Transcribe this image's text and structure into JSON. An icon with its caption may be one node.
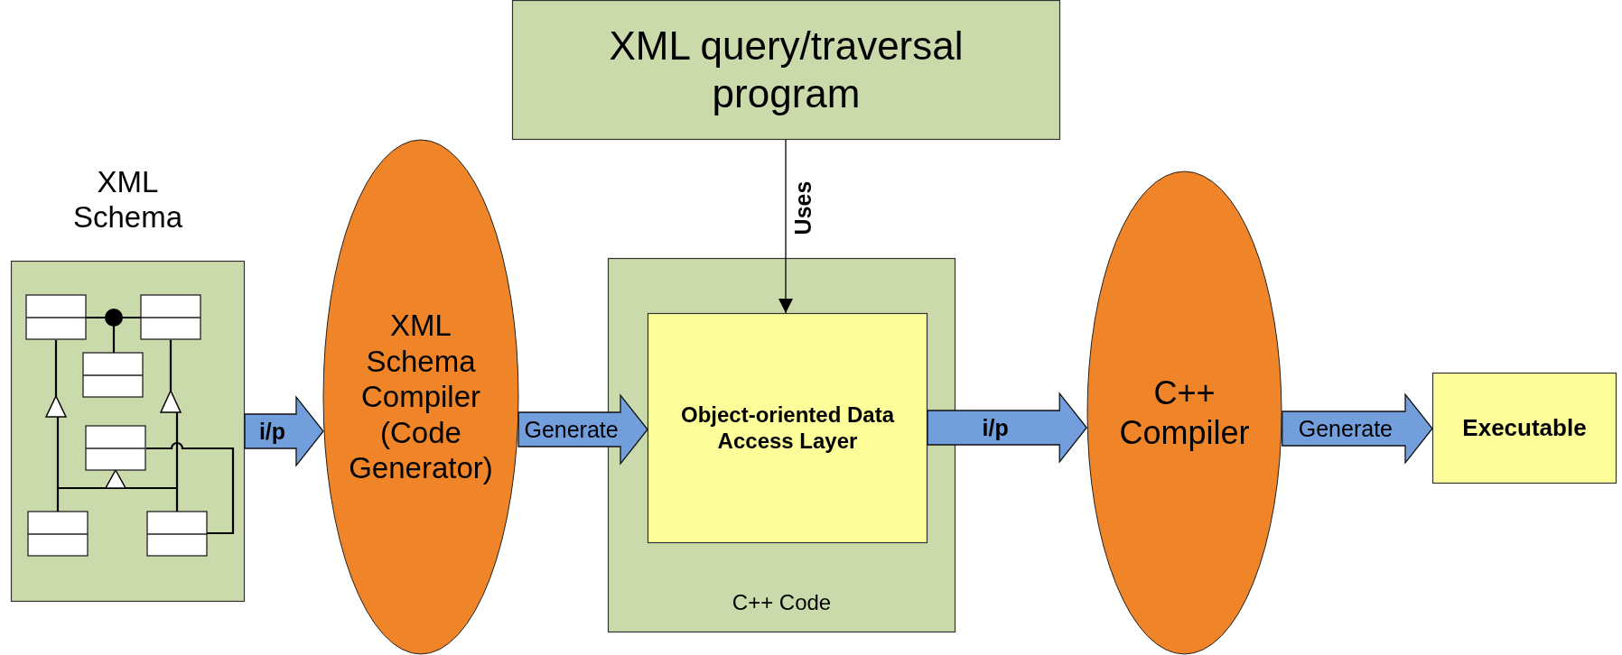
{
  "diagram": {
    "nodes": [
      {
        "text": [
          "XML query/traversal program"
        ]
      },
      {
        "text": [
          "XML Schema"
        ]
      },
      {
        "text": [
          "XML Schema Compiler (Code Generator)"
        ]
      },
      {
        "text": [
          "C++ Code"
        ]
      },
      {
        "text": [
          "Object-oriented Data Access Layer"
        ],
        "in": 3
      },
      {
        "text": [
          "C++ Compiler"
        ]
      },
      {
        "text": [
          "Executable"
        ]
      }
    ],
    "edges": [
      {
        "from": 1,
        "to": 2,
        "arrow": "to",
        "label": "i/p",
        "style": "thick"
      },
      {
        "from": 2,
        "to": 4,
        "arrow": "to",
        "label": "Generate",
        "style": "thick"
      },
      {
        "from": 0,
        "to": 4,
        "arrow": "to",
        "label": "Uses",
        "color": "#000000"
      },
      {
        "from": 4,
        "to": 5,
        "arrow": "to",
        "label": "i/p",
        "style": "thick"
      },
      {
        "from": 5,
        "to": 6,
        "arrow": "to",
        "label": "Generate",
        "style": "thick"
      }
    ]
  }
}
